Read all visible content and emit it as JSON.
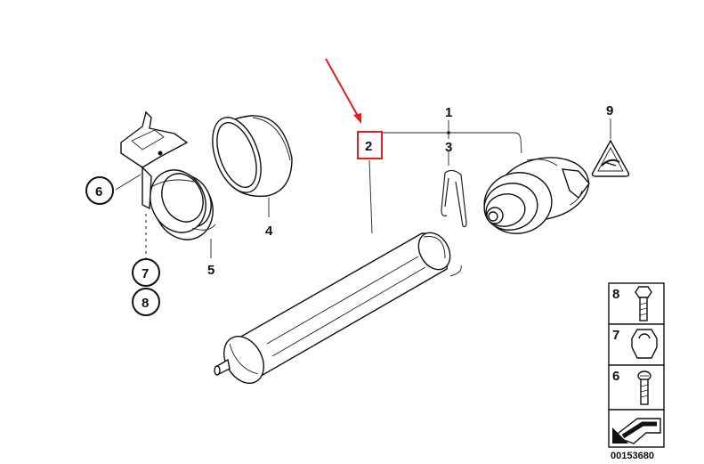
{
  "callouts": {
    "c1": "1",
    "c2": "2",
    "c3": "3",
    "c4": "4",
    "c5": "5",
    "c6": "6",
    "c7": "7",
    "c8": "8",
    "c9": "9"
  },
  "legend": {
    "items": [
      {
        "number": "8",
        "icon": "bolt-icon"
      },
      {
        "number": "7",
        "icon": "hex-nut-icon"
      },
      {
        "number": "6",
        "icon": "screw-icon"
      }
    ]
  },
  "diagram_id": "00153680",
  "colors": {
    "highlight": "#e0201c",
    "ink": "#111111"
  }
}
